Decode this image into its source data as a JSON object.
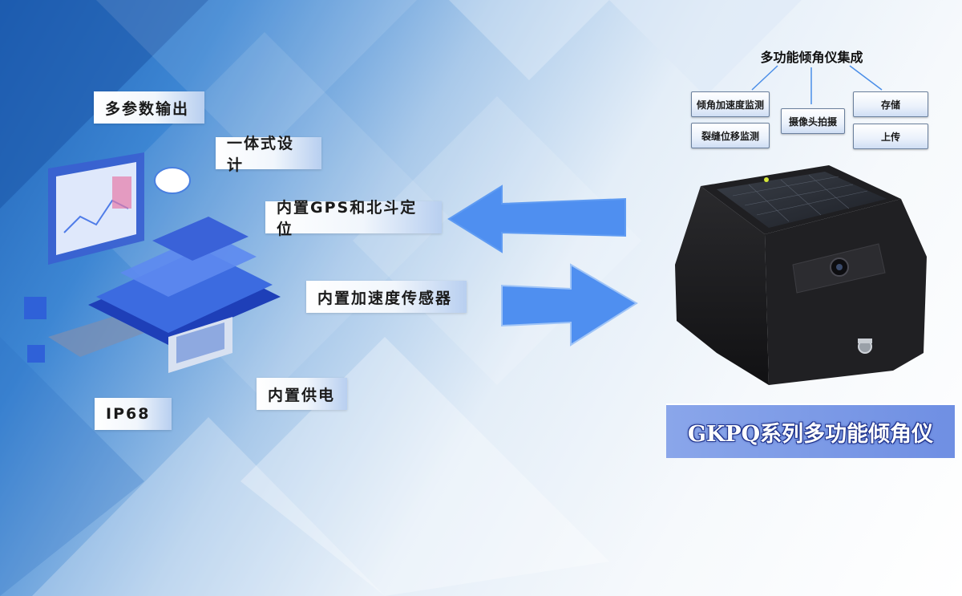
{
  "features": {
    "multi_param_output": "多参数输出",
    "integrated_design": "一体式设计",
    "gps_beidou": "内置GPS和北斗定位",
    "accel_sensor": "内置加速度传感器",
    "ip68": "IP68",
    "power": "内置供电"
  },
  "system": {
    "title": "多功能倾角仪集成",
    "tilt_accel": "倾角加速度监测",
    "crack_disp": "裂缝位移监测",
    "camera": "摄像头拍摄",
    "storage": "存储",
    "upload": "上传"
  },
  "product": {
    "title": "GKPQ系列多功能倾角仪"
  },
  "colors": {
    "arrow": "#4f8ff0",
    "title_bg": "#7c98e6",
    "device": "#1b1b1d"
  }
}
